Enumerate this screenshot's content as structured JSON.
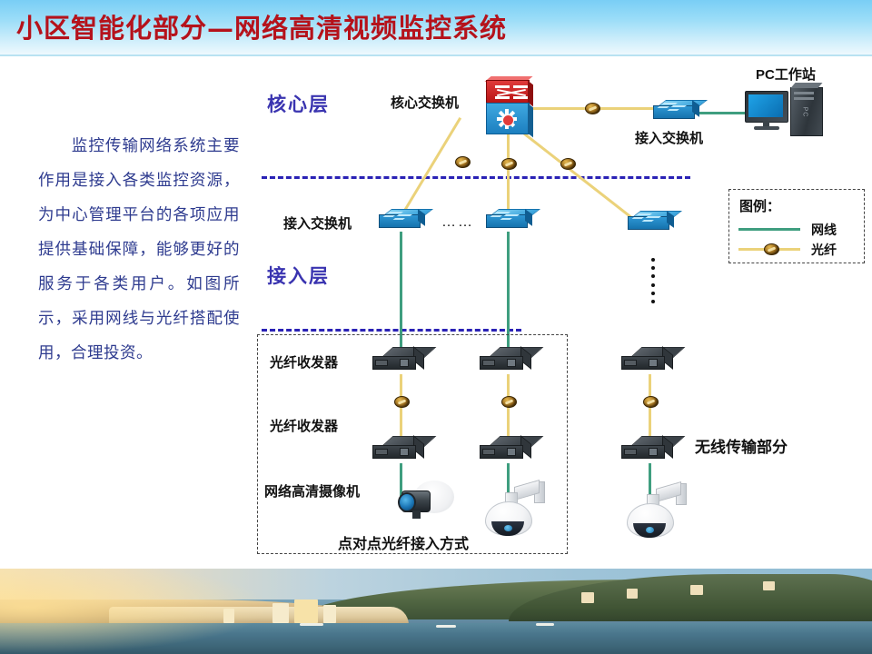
{
  "slide": {
    "title": "小区智能化部分—网络高清视频监控系统",
    "title_color": "#B5121B",
    "header_bg_color": "#79CEF5"
  },
  "body_text": {
    "paragraph": "监控传输网络系统主要作用是接入各类监控资源，为中心管理平台的各项应用提供基础保障，能够更好的服务于各类用户。如图所示，采用网线与光纤搭配使用，合理投资。",
    "text_color": "#2E3B8F"
  },
  "layers": {
    "core_label": "核心层",
    "access_label": "接入层",
    "layer_color": "#3A34B0"
  },
  "diagram": {
    "core_switch_label": "核心交换机",
    "access_switch_label_left": "接入交换机",
    "access_switch_label_top": "接入交换机",
    "pc_label": "PC工作站",
    "converter_label_1": "光纤收发器",
    "converter_label_2": "光纤收发器",
    "camera_label": "网络高清摄像机",
    "p2p_group_label": "点对点光纤接入方式",
    "wireless_label": "无线传输部分",
    "horizontal_ellipsis": "……"
  },
  "legend": {
    "title": "图例：",
    "items": [
      {
        "label": "网线",
        "color": "#3F9E7F",
        "icon": "green-line-icon"
      },
      {
        "label": "光纤",
        "color": "#EBD27A",
        "icon": "fiber-bead-icon"
      }
    ]
  }
}
